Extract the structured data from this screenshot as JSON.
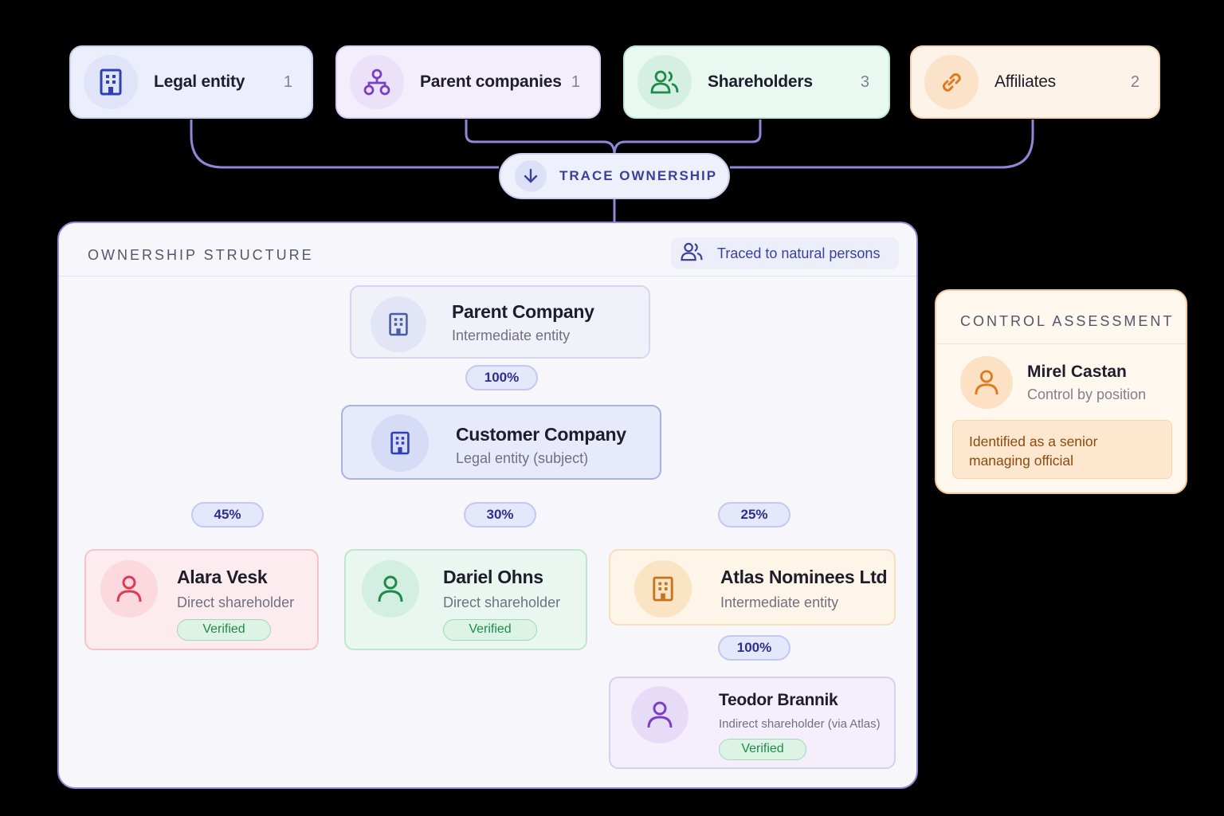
{
  "categories": [
    {
      "label": "Legal entity",
      "count": "1",
      "icon": "building-icon"
    },
    {
      "label": "Parent companies",
      "count": "1",
      "icon": "hierarchy-icon"
    },
    {
      "label": "Shareholders",
      "count": "3",
      "icon": "users-icon"
    },
    {
      "label": "Affiliates",
      "count": "2",
      "icon": "link-icon"
    }
  ],
  "trace": {
    "label": "TRACE OWNERSHIP",
    "icon": "arrow-down-icon"
  },
  "structure": {
    "title": "OWNERSHIP STRUCTURE",
    "traced_label": "Traced to natural persons",
    "parent": {
      "name": "Parent Company",
      "sub": "Intermediate entity",
      "pct": "100%"
    },
    "customer": {
      "name": "Customer Company",
      "sub": "Legal entity (subject)"
    },
    "shareholders": [
      {
        "name": "Alara Vesk",
        "sub": "Direct shareholder",
        "badge": "Verified",
        "pct": "45%",
        "icon": "person-icon"
      },
      {
        "name": "Dariel Ohns",
        "sub": "Direct shareholder",
        "badge": "Verified",
        "pct": "30%",
        "icon": "person-icon"
      },
      {
        "name": "Atlas Nominees Ltd",
        "sub": "Intermediate entity",
        "pct": "25%",
        "icon": "building-icon"
      }
    ],
    "indirect": {
      "name": "Teodor Brannik",
      "sub": "Indirect shareholder (via Atlas)",
      "badge": "Verified",
      "pct": "100%"
    }
  },
  "control": {
    "title": "CONTROL ASSESSMENT",
    "name": "Mirel Castan",
    "sub": "Control by position",
    "note": "Identified as a senior managing official"
  },
  "colors": {
    "blue": "#2f3fb8",
    "purple": "#7b3fc4",
    "green": "#1f8a4a",
    "orange": "#e0781e",
    "red": "#e03a52",
    "accent_line": "#8e88d8"
  }
}
